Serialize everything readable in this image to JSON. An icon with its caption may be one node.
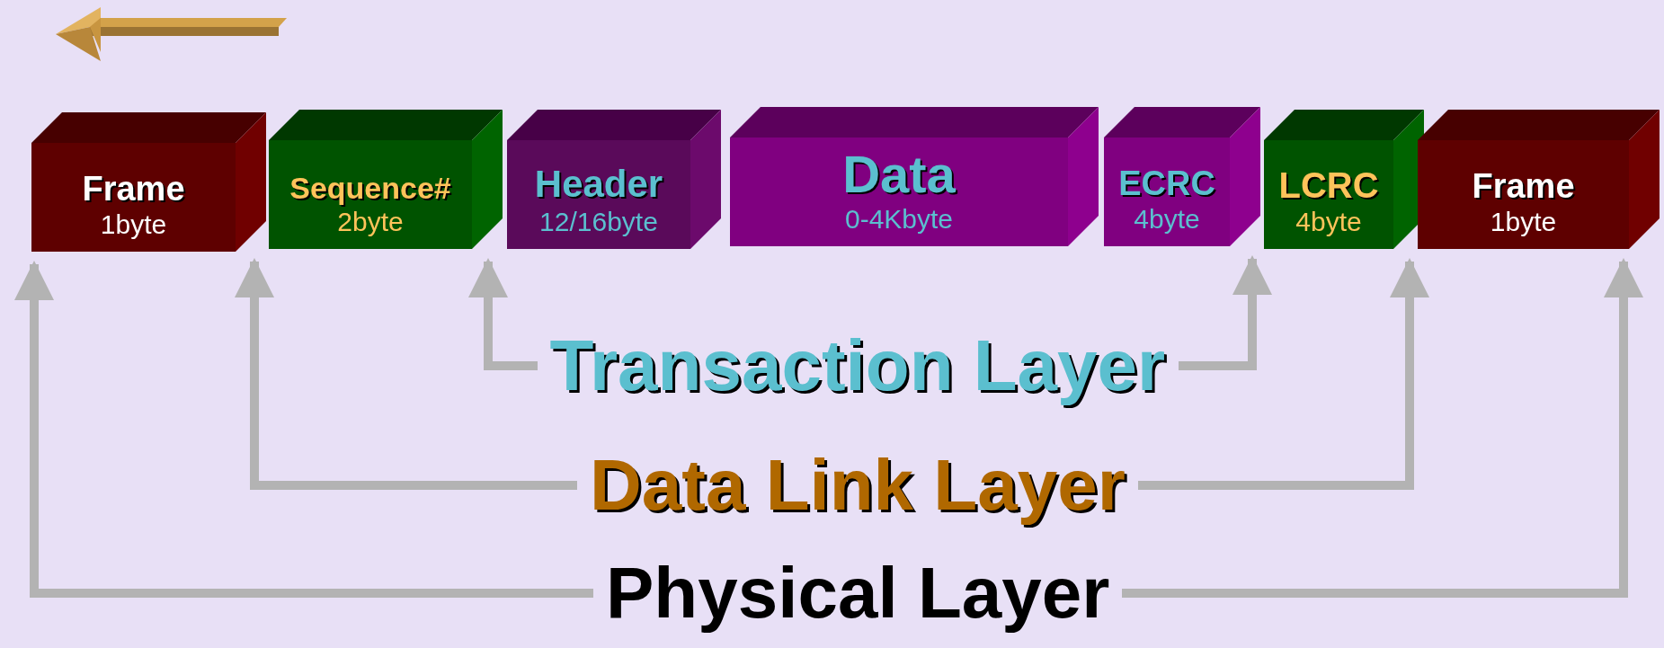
{
  "diagram": {
    "nodes": [
      {
        "text": [
          "Frame",
          "1byte"
        ]
      },
      {
        "text": [
          "Sequence#",
          "2byte"
        ]
      },
      {
        "text": [
          "Header",
          "12/16byte"
        ]
      },
      {
        "text": [
          "Data",
          "0-4Kbyte"
        ]
      },
      {
        "text": [
          "ECRC",
          "4byte"
        ]
      },
      {
        "text": [
          "LCRC",
          "4byte"
        ]
      },
      {
        "text": [
          "Frame",
          "1byte"
        ]
      },
      {
        "text": [
          "Transaction Layer"
        ]
      },
      {
        "text": [
          "Data Link Layer"
        ]
      },
      {
        "text": [
          "Physical Layer"
        ]
      }
    ],
    "edges": [
      {
        "from": 7,
        "to": 2,
        "arrow": "to"
      },
      {
        "from": 7,
        "to": 4,
        "arrow": "to"
      },
      {
        "from": 8,
        "to": 1,
        "arrow": "to"
      },
      {
        "from": 8,
        "to": 5,
        "arrow": "to"
      },
      {
        "from": 9,
        "to": 0,
        "arrow": "to"
      },
      {
        "from": 9,
        "to": 6,
        "arrow": "to"
      }
    ]
  }
}
